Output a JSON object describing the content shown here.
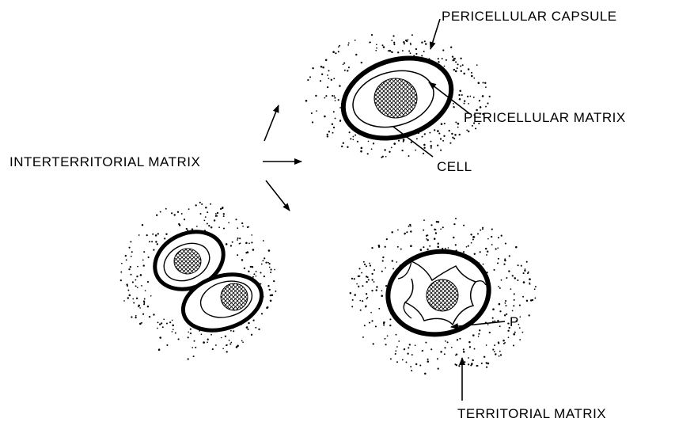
{
  "labels": {
    "pericellular_capsule": "PERICELLULAR CAPSULE",
    "pericellular_matrix": "PERICELLULAR MATRIX",
    "interterritorial_matrix": "INTERTERRITORIAL MATRIX",
    "cell": "CELL",
    "p": "P",
    "territorial_matrix": "TERRITORIAL MATRIX"
  }
}
